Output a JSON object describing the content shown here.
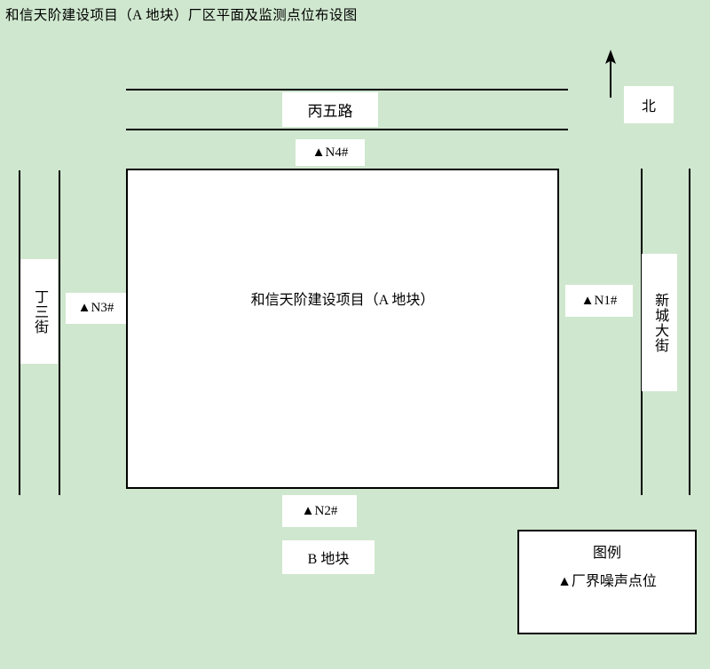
{
  "document": {
    "title": "和信天阶建设项目（A 地块）厂区平面及监测点位布设图",
    "background_color": "#cfe7ce",
    "ink_color": "#000000",
    "chip_color": "#ffffff"
  },
  "compass": {
    "arrow_icon": "north-arrow-icon",
    "label": "北"
  },
  "roads": {
    "top": {
      "name": "丙五路"
    },
    "left_street": {
      "name": "丁三街"
    },
    "right_street": {
      "name": "新城大街"
    }
  },
  "plots": {
    "main": {
      "label": "和信天阶建设项目（A 地块）"
    },
    "south": {
      "label": "B 地块"
    }
  },
  "monitoring_points": [
    {
      "id": "N1",
      "label": "▲N1#"
    },
    {
      "id": "N2",
      "label": "▲N2#"
    },
    {
      "id": "N3",
      "label": "▲N3#"
    },
    {
      "id": "N4",
      "label": "▲N4#"
    }
  ],
  "legend": {
    "title": "图例",
    "entries": [
      {
        "symbol": "▲",
        "label": "▲厂界噪声点位"
      }
    ]
  }
}
